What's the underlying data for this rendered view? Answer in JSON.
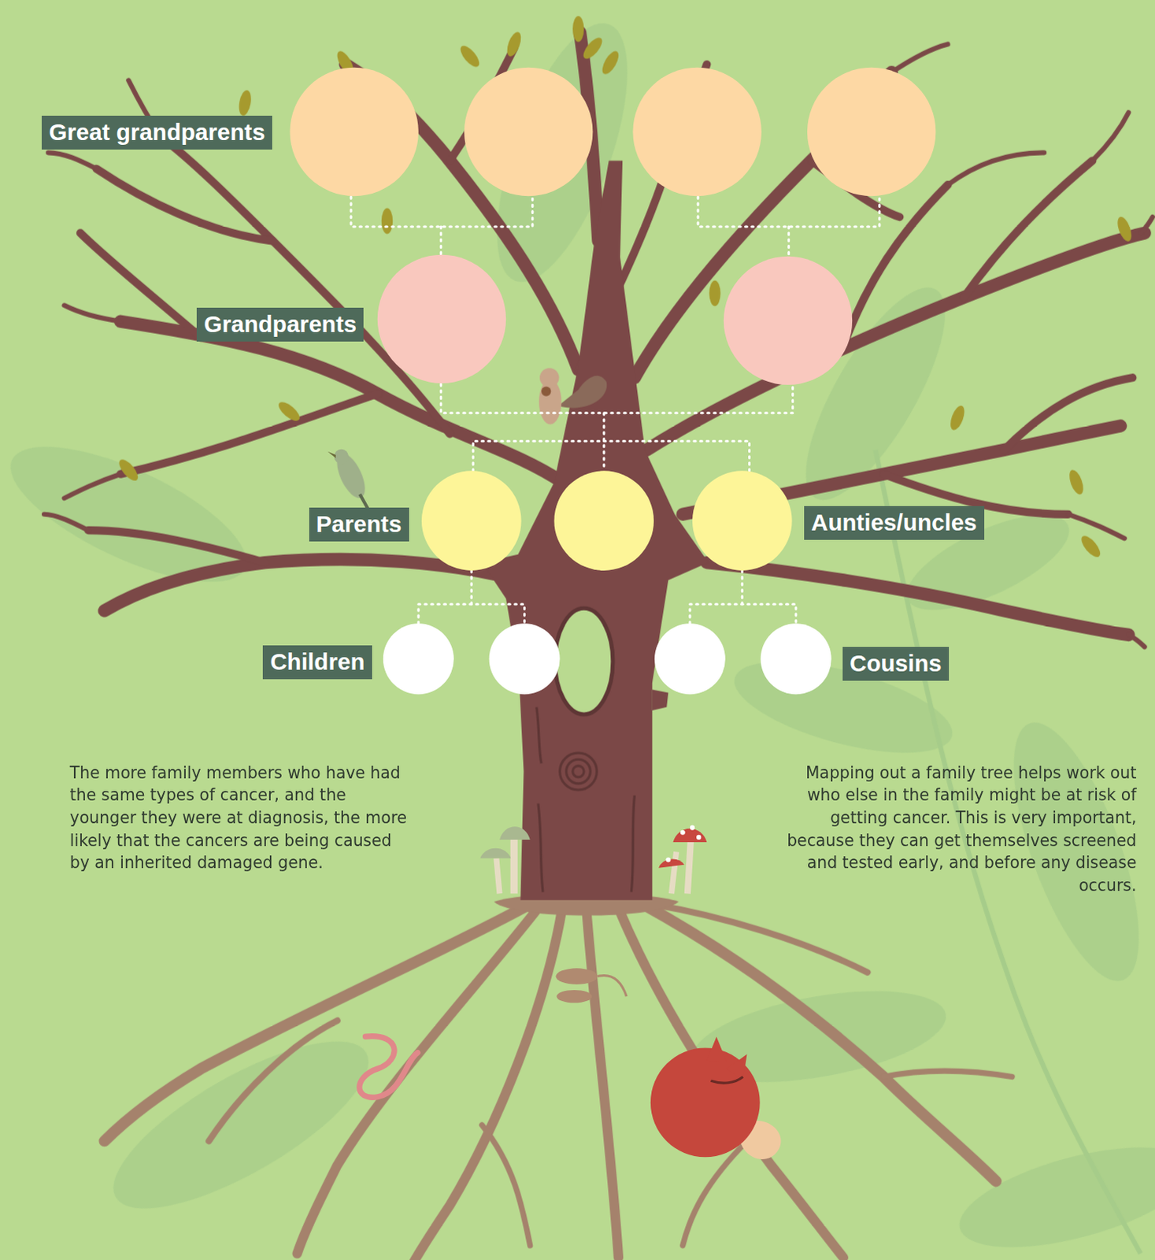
{
  "diagram": {
    "nodes": [
      {
        "text": [
          "Great grandparents"
        ]
      },
      {
        "text": [
          "Grandparents"
        ]
      },
      {
        "text": [
          "Parents"
        ]
      },
      {
        "text": [
          "Aunties/uncles"
        ]
      },
      {
        "text": [
          "Children"
        ]
      },
      {
        "text": [
          "Cousins"
        ]
      }
    ],
    "labels": [
      "The more family members who have had the same types of cancer, and the younger they were at diagnosis, the more likely that the cancers are being caused by an inherited damaged gene.",
      "Mapping out a family tree helps work out who else in the family might be at risk of getting cancer. This is very important, because they can get themselves screened and tested early, and before any disease occurs."
    ]
  }
}
